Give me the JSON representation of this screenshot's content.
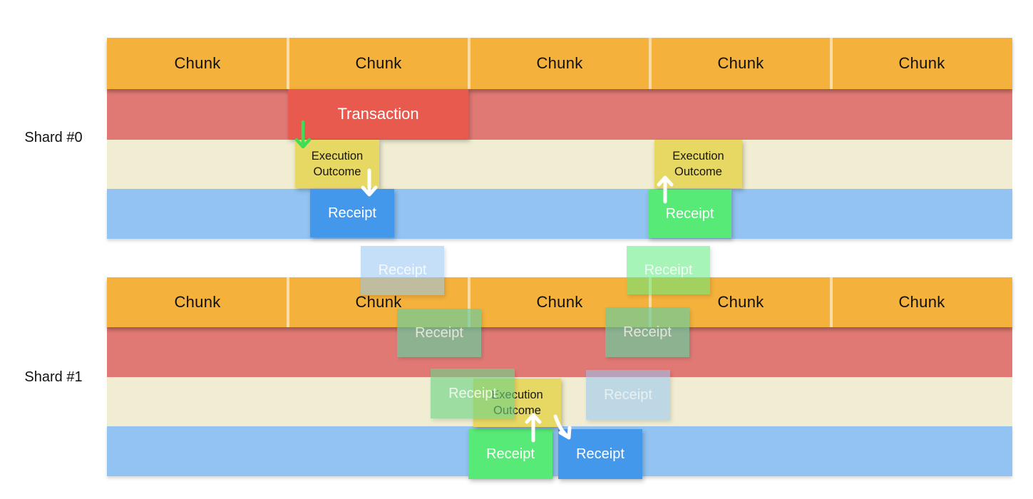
{
  "diagram": {
    "shard0": {
      "label": "Shard #0",
      "chunks": [
        "Chunk",
        "Chunk",
        "Chunk",
        "Chunk",
        "Chunk"
      ]
    },
    "shard1": {
      "label": "Shard #1",
      "chunks": [
        "Chunk",
        "Chunk",
        "Chunk",
        "Chunk",
        "Chunk"
      ]
    },
    "labels": {
      "transaction": "Transaction",
      "execution_outcome": "Execution Outcome",
      "receipt": "Receipt"
    },
    "colors": {
      "chunk_orange": "#F4B13B",
      "row_red": "#E07974",
      "transaction_red": "#E85A4E",
      "row_cream": "#F0EDD2",
      "row_blue": "#92C3F2",
      "receipt_blue": "#4498EC",
      "receipt_green": "#58EA76",
      "execution_outcome_yellow": "#E7D763",
      "ghost_receipt_blue": "rgba(150,196,243,0.55)",
      "ghost_receipt_green_light": "rgba(95,235,125,0.55)",
      "ghost_receipt_green_mid": "rgba(101,205,158,0.68)",
      "arrow_green": "#3EDD58",
      "arrow_white": "#FFFFFF"
    }
  }
}
